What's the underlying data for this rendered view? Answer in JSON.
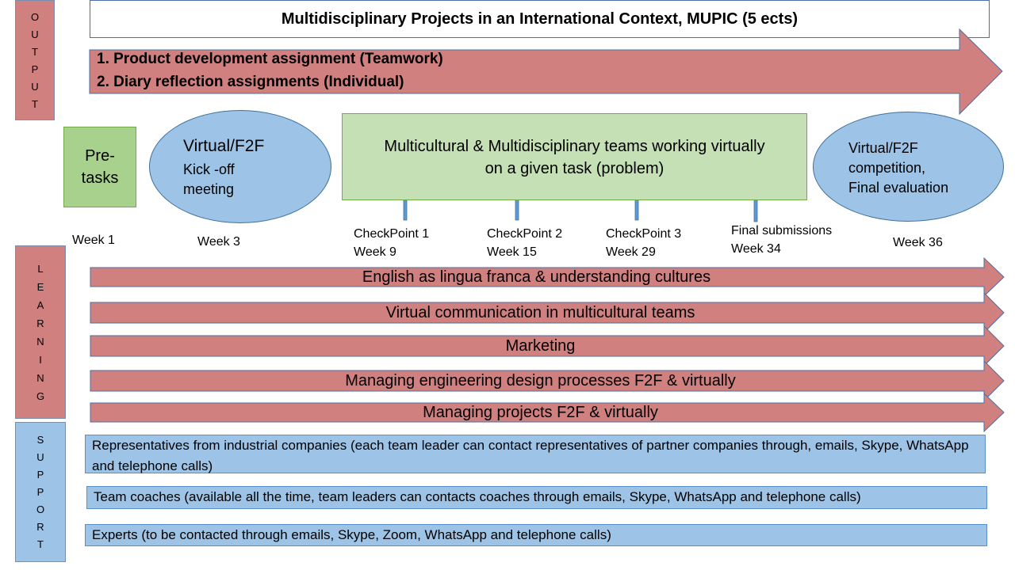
{
  "title": "Multidisciplinary Projects in an International Context, MUPIC (5 ects)",
  "side_labels": {
    "output": [
      "O",
      "U",
      "T",
      "P",
      "U",
      "T"
    ],
    "learning": [
      "L",
      "E",
      "A",
      "R",
      "N",
      "I",
      "N",
      "G"
    ],
    "support": [
      "S",
      "U",
      "P",
      "P",
      "O",
      "R",
      "T"
    ]
  },
  "output": {
    "line1": "1. Product development assignment (Teamwork)",
    "line2": "2. Diary reflection assignments  (Individual)"
  },
  "timeline": {
    "pretasks": "Pre-tasks",
    "kickoff_title": "Virtual/F2F",
    "kickoff_sub1": "Kick -off",
    "kickoff_sub2": "meeting",
    "center_line1": "Multicultural & Multidisciplinary teams working virtually",
    "center_line2": "on a given task (problem)",
    "final_line1": "Virtual/F2F",
    "final_line2": "competition,",
    "final_line3": "Final evaluation",
    "week1": "Week 1",
    "week3": "Week 3",
    "week36": "Week 36",
    "checkpoints": [
      {
        "label": "CheckPoint 1",
        "week": "Week  9"
      },
      {
        "label": "CheckPoint 2",
        "week": "Week 15"
      },
      {
        "label": "CheckPoint 3",
        "week": "Week 29"
      },
      {
        "label": "Final submissions",
        "week": "Week 34"
      }
    ]
  },
  "learning": [
    "English  as lingua franca & understanding cultures",
    "Virtual communication in multicultural teams",
    "Marketing",
    "Managing engineering design processes F2F & virtually",
    "Managing projects F2F & virtually"
  ],
  "support": [
    "Representatives  from industrial companies (each team leader can contact representatives  of partner companies through, emails, Skype, WhatsApp and telephone calls)",
    "Team coaches (available all the time, team leaders can contacts coaches through emails, Skype, WhatsApp and telephone calls)",
    "Experts (to be contacted through emails, Skype, Zoom, WhatsApp and telephone calls)"
  ],
  "colors": {
    "arrow": "#d18080",
    "arrow_border": "#4a6fa5",
    "green_box": "#c5e0b4",
    "blue": "#9dc3e6"
  }
}
